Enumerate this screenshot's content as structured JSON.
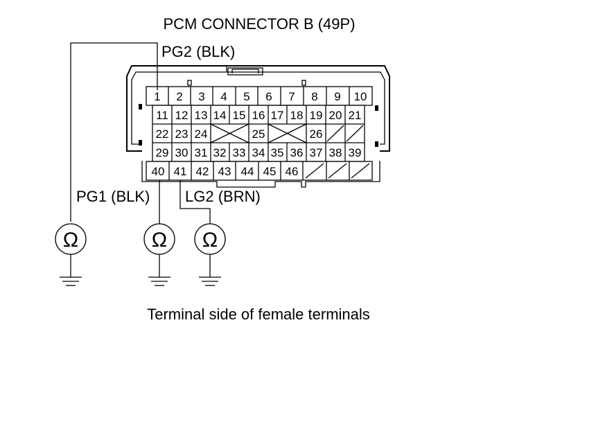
{
  "title": "PCM CONNECTOR B (49P)",
  "caption": "Terminal side of female terminals",
  "probes": {
    "pg2": "PG2 (BLK)",
    "pg1": "PG1 (BLK)",
    "lg2": "LG2 (BRN)"
  },
  "meter_symbol": "Ω",
  "rows": [
    [
      "1",
      "2",
      "3",
      "4",
      "5",
      "6",
      "7",
      "8",
      "9",
      "10"
    ],
    [
      "11",
      "12",
      "13",
      "14",
      "15",
      "16",
      "17",
      "18",
      "19",
      "20",
      "21"
    ],
    [
      "22",
      "23",
      "24",
      "",
      "25",
      "",
      "26",
      "",
      ""
    ],
    [
      "29",
      "30",
      "31",
      "32",
      "33",
      "34",
      "35",
      "36",
      "37",
      "38",
      "39"
    ],
    [
      "40",
      "41",
      "42",
      "43",
      "44",
      "45",
      "46",
      "",
      "",
      ""
    ]
  ]
}
